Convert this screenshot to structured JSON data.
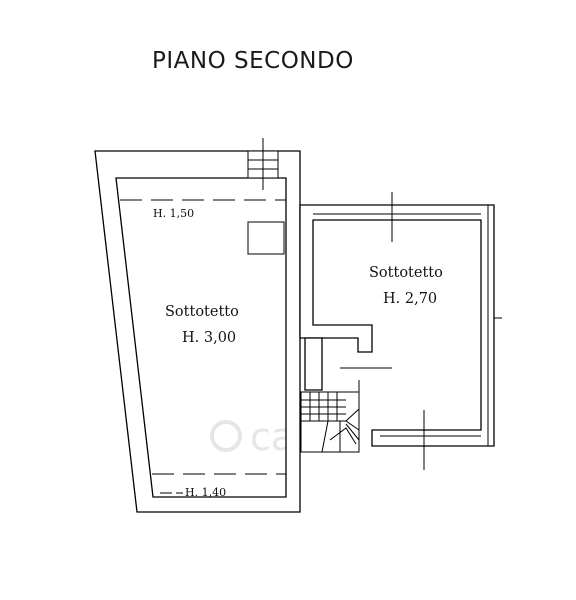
{
  "title": "PIANO SECONDO",
  "rooms": [
    {
      "name": "Sottotetto",
      "height": "H.  3,00"
    },
    {
      "name": "Sottotetto",
      "height": "H. 2,70"
    }
  ],
  "height_notes": {
    "top_left": "H. 1,50",
    "bottom_left": "H. 1,40"
  },
  "watermark": "casa"
}
